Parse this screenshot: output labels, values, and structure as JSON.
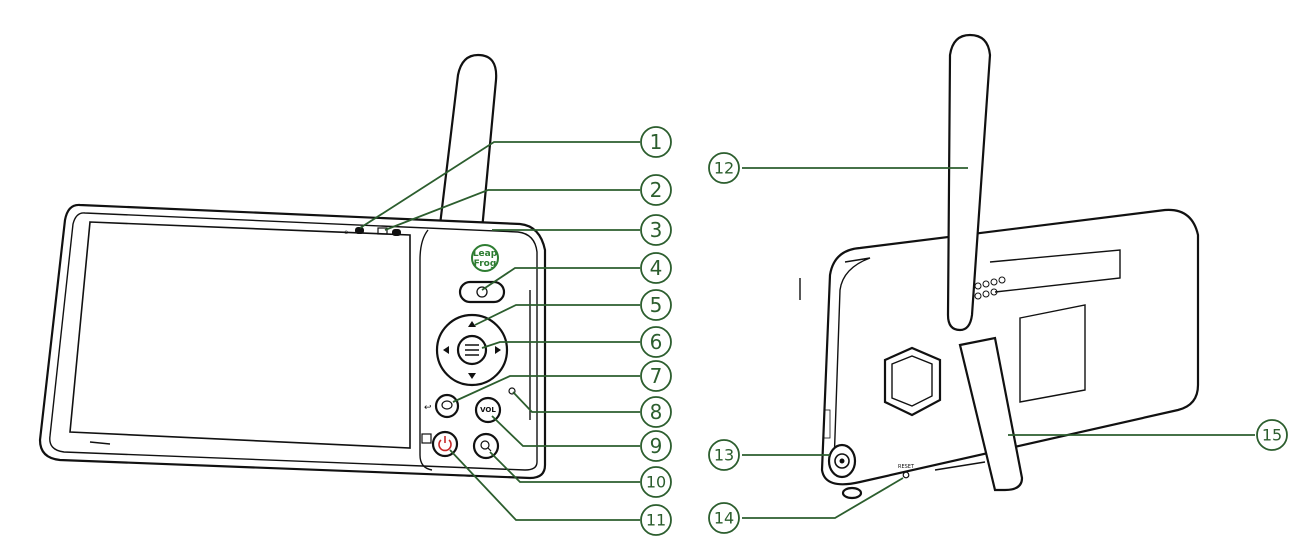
{
  "diagram": {
    "logo_text_line1": "Leap",
    "logo_text_line2": "Frog",
    "vol_label": "VOL",
    "reset_label": "RESET",
    "accent_color": "#2c5e2e",
    "power_color": "#c62828",
    "callouts": [
      "1",
      "2",
      "3",
      "4",
      "5",
      "6",
      "7",
      "8",
      "9",
      "10",
      "11",
      "12",
      "13",
      "14",
      "15"
    ]
  }
}
